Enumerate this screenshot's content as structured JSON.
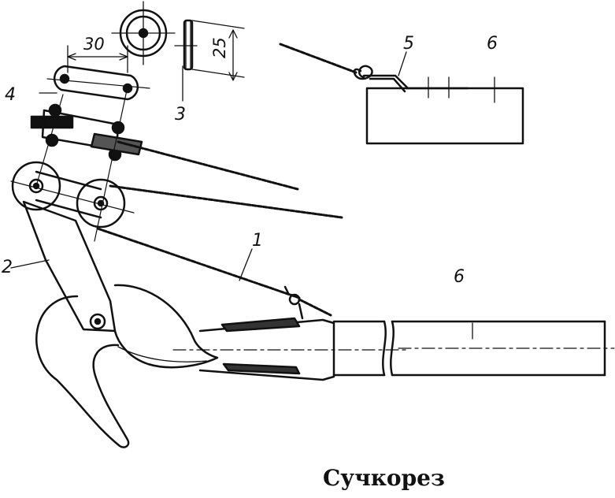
{
  "title": "Сучкорез",
  "labels": {
    "l1": "1",
    "l2": "2",
    "l3": "3",
    "l4": "4",
    "l5": "5",
    "l6a": "6",
    "l6b": "6"
  },
  "dimensions": {
    "width": "30",
    "height": "25"
  }
}
